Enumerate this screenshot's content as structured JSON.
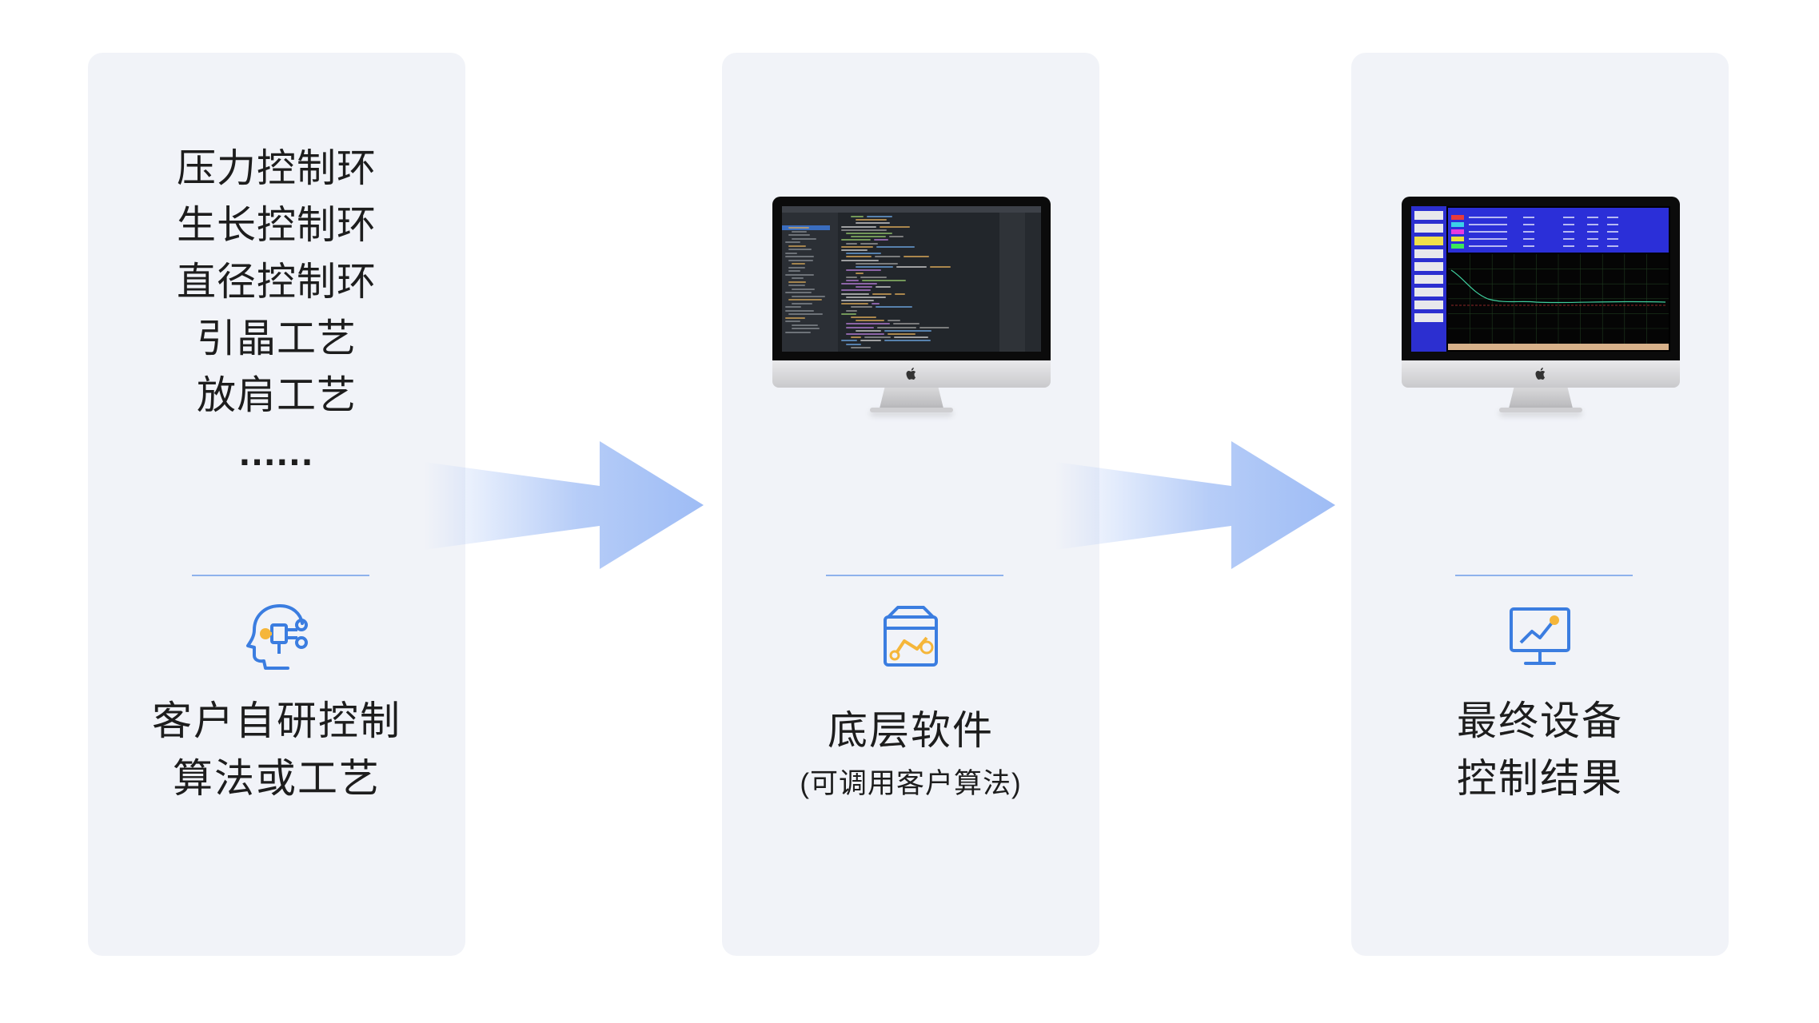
{
  "column1": {
    "items": [
      "压力控制环",
      "生长控制环",
      "直径控制环",
      "引晶工艺",
      "放肩工艺",
      "......"
    ],
    "label_line1": "客户自研控制",
    "label_line2": "算法或工艺",
    "icon": "head-gear-icon"
  },
  "column2": {
    "monitor_screen": "code-editor",
    "label": "底层软件",
    "sublabel": "(可调用客户算法)",
    "icon": "software-box-icon"
  },
  "column3": {
    "monitor_screen": "hmi-trend-display",
    "label_line1": "最终设备",
    "label_line2": "控制结果",
    "icon": "monitor-chart-icon"
  },
  "colors": {
    "card_bg": "#f1f3f8",
    "accent_blue": "#4a86e8",
    "arrow_blue": "#9ebcf5",
    "icon_orange": "#f5b63a",
    "divider": "#8eb1ec"
  }
}
